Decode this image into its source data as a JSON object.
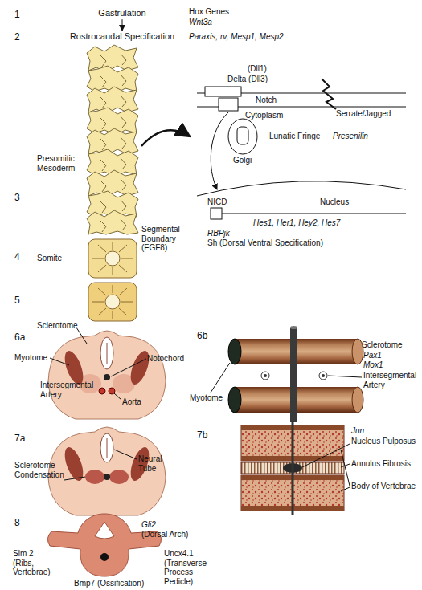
{
  "diagram": {
    "nodes": [
      {
        "text": [
          "Gastrulation"
        ]
      },
      {
        "text": [
          "Rostrocaudal Specification"
        ]
      }
    ],
    "edges": [
      {
        "from": 0,
        "to": 1,
        "arrow": "to"
      }
    ],
    "labels": [
      "1",
      "Hox Genes",
      "Wnt3a",
      "2",
      "Paraxis, rv, Mesp1, Mesp2",
      "3",
      "Presomitic Mesoderm",
      "Segmental Boundary (FGF8)",
      "(Dll1)",
      "Delta (Dll3)",
      "Serrate/Jagged",
      "Notch",
      "Cytoplasm",
      "Lunatic Fringe",
      "Presenilin",
      "Golgi",
      "NICD",
      "Nucleus",
      "Hes1, Her1, Hey2, Hes7",
      "RBPjk",
      "Sh (Dorsal Ventral Specification)",
      "4",
      "Somite",
      "5",
      "Sclerotome",
      "6a",
      "Myotome",
      "Notochord",
      "Intersegmental Artery",
      "Aorta",
      "6b",
      "Sclerotome",
      "Pax1",
      "Mox1",
      "Myotome",
      "Intersegmental Artery",
      "7a",
      "Sclerotome Condensation",
      "Neural Tube",
      "7b",
      "Jun",
      "Nucleus Pulposus",
      "Annulus Fibrosis",
      "Body of Vertebrae",
      "8",
      "Gli2",
      "(Dorsal Arch)",
      "Sim 2 (Ribs, Vertebrae)",
      "Uncx4.1 (Transverse Process Pedicle)",
      "Bmp7 (Ossification)"
    ]
  }
}
